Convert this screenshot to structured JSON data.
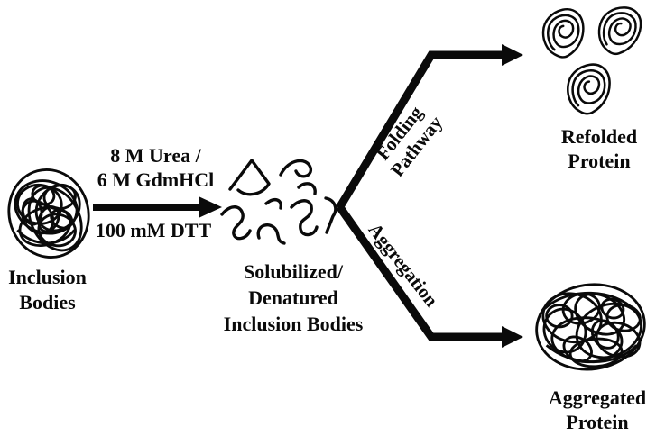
{
  "figure": {
    "background": "#ffffff",
    "ink_color": "#0a0a0a",
    "type": "process-flow-diagram",
    "topic": "Protein refolding from inclusion bodies"
  },
  "nodes": {
    "inclusion": {
      "glyph": "inclusion-bodies-scribble-blob",
      "label": [
        "Inclusion",
        "Bodies"
      ]
    },
    "denatured": {
      "glyph": "unfolded-protein-chains-squiggles",
      "label": [
        "Solubilized/",
        "Denatured",
        "Inclusion Bodies"
      ]
    },
    "refolded": {
      "glyph": "folded-protein-spirals-x3",
      "label": [
        "Refolded",
        "Protein"
      ]
    },
    "aggregated": {
      "glyph": "aggregated-protein-scribble-blob",
      "label": [
        "Aggregated",
        "Protein"
      ]
    }
  },
  "arrows": {
    "solubilization": {
      "direction": "right",
      "label_top": [
        "8 M Urea /",
        "6 M GdmHCl"
      ],
      "label_bottom": "100 mM DTT"
    },
    "folding": {
      "direction": "up-right then right",
      "label": [
        "Folding",
        "Pathway"
      ]
    },
    "aggregation": {
      "direction": "down-right then right",
      "label": "Aggregation"
    }
  }
}
